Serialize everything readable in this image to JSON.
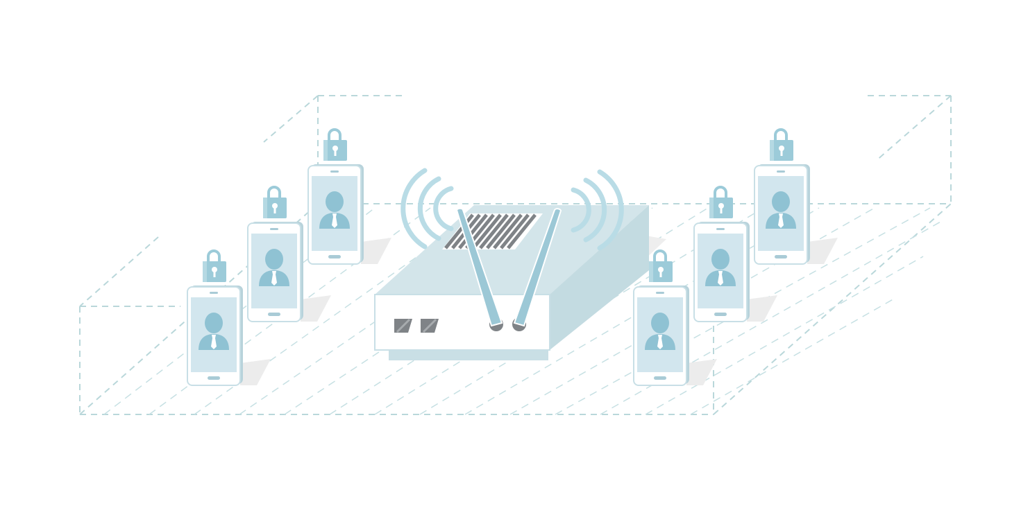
{
  "colors": {
    "background": "#ffffff",
    "dashed_line": "#b9d7da",
    "phone_body": "#d6e8ee",
    "phone_screen": "#d2e6ee",
    "person": "#8fc2d3",
    "lock": "#9ccbd9",
    "router_top": "#d3e5ea",
    "router_front": "#ffffff",
    "router_side": "#c3dbe1",
    "antenna": "#9cc8d6",
    "signal_wave": "#b9dce6",
    "vent": "#7f8387",
    "shadow": "#e9eaeb"
  },
  "icons": {
    "router": "wifi-router-icon",
    "phone": "smartphone-icon",
    "person": "user-icon",
    "lock": "padlock-icon",
    "signal": "wifi-signal-icon"
  },
  "devices": [
    {
      "id": "phone-left-front",
      "locked": true
    },
    {
      "id": "phone-left-middle",
      "locked": true
    },
    {
      "id": "phone-left-back",
      "locked": true
    },
    {
      "id": "phone-right-front",
      "locked": true
    },
    {
      "id": "phone-right-middle",
      "locked": true
    },
    {
      "id": "phone-right-back",
      "locked": true
    }
  ]
}
